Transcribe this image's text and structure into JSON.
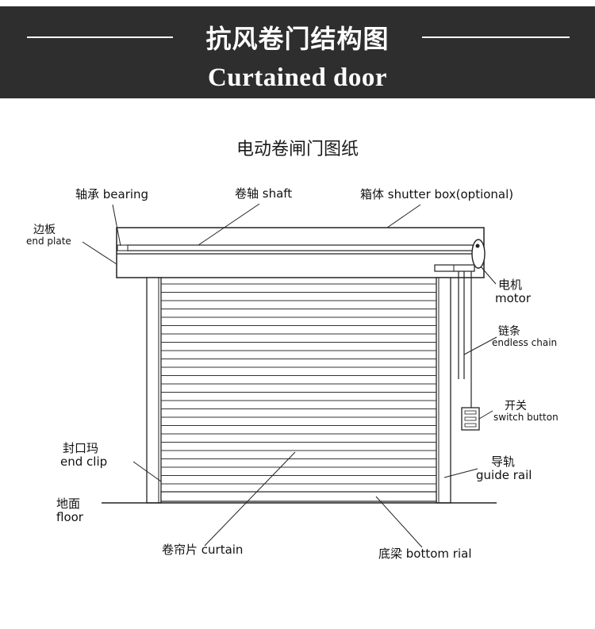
{
  "header": {
    "title_cn": "抗风卷门结构图",
    "title_en": "Curtained door"
  },
  "diagram": {
    "title": "电动卷闸门图纸",
    "labels": {
      "bearing": "轴承 bearing",
      "shaft": "卷轴 shaft",
      "shutter_box": "箱体 shutter box(optional)",
      "end_plate_cn": "边板",
      "end_plate_en": "end plate",
      "motor_cn": "电机",
      "motor_en": "motor",
      "chain_cn": "链条",
      "chain_en": "endless chain",
      "switch_cn": "开关",
      "switch_en": "switch button",
      "end_clip_cn": "封口玛",
      "end_clip_en": "end clip",
      "guide_rail_cn": "导轨",
      "guide_rail_en": "guide rail",
      "floor_cn": "地面",
      "floor_en": "floor",
      "curtain": "卷帘片 curtain",
      "bottom_rail": "底梁 bottom rial"
    }
  },
  "colors": {
    "banner_bg": "#2e2e2e",
    "banner_text": "#ffffff",
    "line": "#222222"
  }
}
